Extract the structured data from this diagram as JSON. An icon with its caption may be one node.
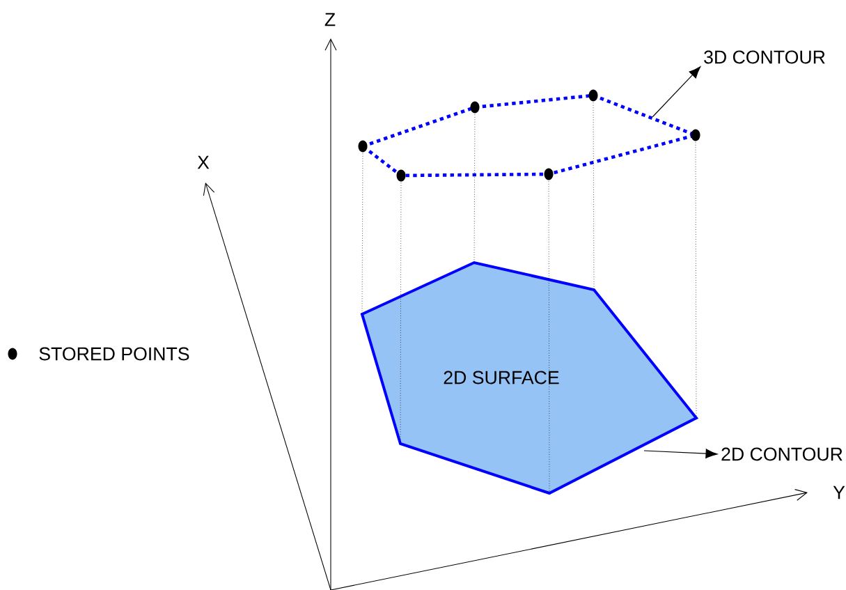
{
  "diagram": {
    "nodes": [
      {
        "text": [
          "2D SURFACE"
        ]
      },
      {
        "text": [
          "3D CONTOUR"
        ]
      },
      {
        "text": [
          "2D CONTOUR"
        ]
      },
      {
        "text": [],
        "shape": "polygon"
      }
    ],
    "edges": [
      {
        "from": 3,
        "to": 1,
        "arrow": "to"
      },
      {
        "from": 0,
        "to": 2,
        "arrow": "to"
      },
      {
        "from": 3,
        "to": 0,
        "arrow": "none",
        "style": "dashed"
      },
      {
        "from": 3,
        "to": 0,
        "arrow": "none",
        "style": "dashed"
      },
      {
        "from": 3,
        "to": 0,
        "arrow": "none",
        "style": "dashed"
      },
      {
        "from": 3,
        "to": 0,
        "arrow": "none",
        "style": "dashed"
      },
      {
        "from": 3,
        "to": 0,
        "arrow": "none",
        "style": "dashed"
      },
      {
        "from": 3,
        "to": 0,
        "arrow": "none",
        "style": "dashed"
      }
    ],
    "labels": [
      "Z",
      "X",
      "Y"
    ],
    "legend": [
      {
        "text": "STORED POINTS"
      }
    ]
  }
}
